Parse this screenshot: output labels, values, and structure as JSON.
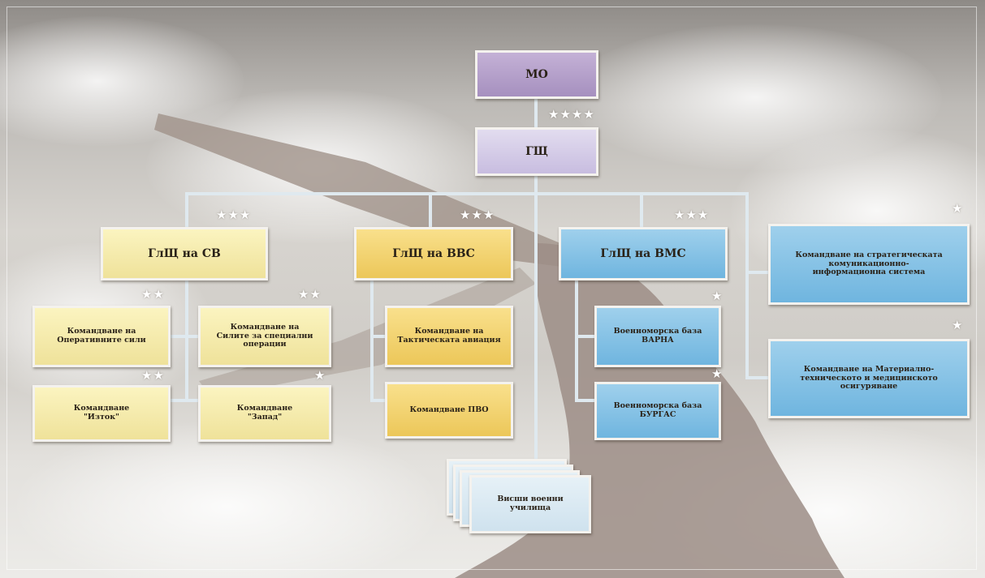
{
  "colors": {
    "mo": "#b7a3ca",
    "gsh": "#d6cfe8",
    "land": "#f7ecae",
    "air": "#f2d272",
    "navy": "#85c3e6",
    "academy": "#dcebf3",
    "connector": "#dfe9ef",
    "star": "#ffffff"
  },
  "icons": {
    "rank": "star-icon",
    "silhouette": "soldier-silhouette"
  },
  "nodes": {
    "mo": {
      "label": "МО"
    },
    "gsh": {
      "label": "ГЩ"
    },
    "land": {
      "label": "ГлЩ на СВ"
    },
    "air": {
      "label": "ГлЩ на ВВС"
    },
    "navy": {
      "label": "ГлЩ на ВМС"
    },
    "ops": {
      "label": "Командване на\nОперативните сили"
    },
    "special": {
      "label": "Командване на\nСилите за специални\nоперации"
    },
    "east": {
      "label": "Командване\n\"Изток\""
    },
    "west": {
      "label": "Командване\n\"Запад\""
    },
    "tactical": {
      "label": "Командване на\nТактическата авиация"
    },
    "pvo": {
      "label": "Командване ПВО"
    },
    "varna": {
      "label": "Военноморска база\nВАРНА"
    },
    "burgas": {
      "label": "Военноморска база\nБУРГАС"
    },
    "ccis": {
      "label": "Командване на стратегическата\nкомуникационно-\nинформационна система"
    },
    "logistics": {
      "label": "Командване на Материално-\nтехническото и медицинското\nосигуряване"
    },
    "academy": {
      "label": "Висши военни\nучилища"
    }
  },
  "ranks": {
    "gsh": "★★★★",
    "land": "★★★",
    "air": "★★★",
    "navy": "★★★",
    "ops": "★★",
    "special": "★★",
    "east": "★★",
    "west": "★",
    "varna": "★",
    "burgas": "★",
    "ccis": "★",
    "logistics": "★"
  }
}
